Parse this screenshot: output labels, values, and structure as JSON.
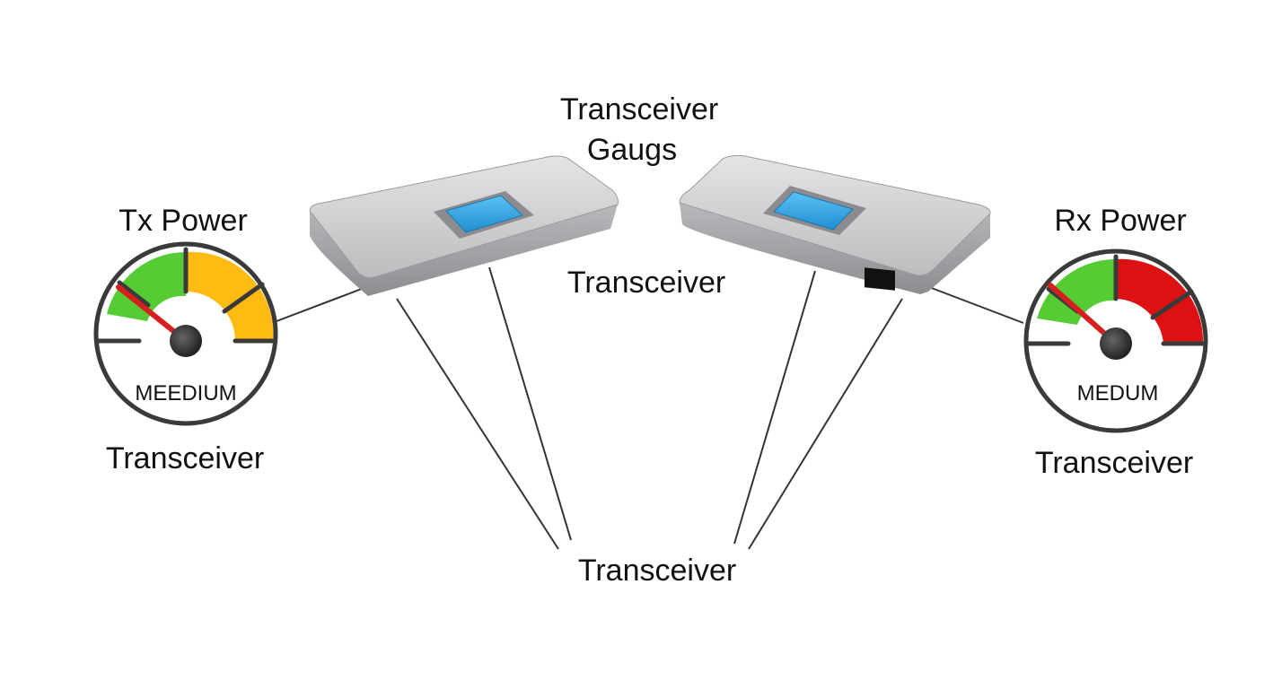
{
  "labels": {
    "title_line1": "Transceiver",
    "title_line2": "Gaugs",
    "center_right": "Transceiver",
    "bottom_center": "Transceiver"
  },
  "tx_gauge": {
    "title": "Tx Power",
    "dial_label": "MEEDIUM",
    "caption": "Transceiver",
    "colors": {
      "low": "#55cc33",
      "high": "#ffbb11"
    }
  },
  "rx_gauge": {
    "title": "Rx Power",
    "dial_label": "MEDUM",
    "caption": "Transceiver",
    "colors": {
      "low": "#55cc33",
      "high": "#dd1111"
    }
  },
  "devices": {
    "button_color": "#2aa3e6",
    "body_color": "#c9c9cb"
  }
}
